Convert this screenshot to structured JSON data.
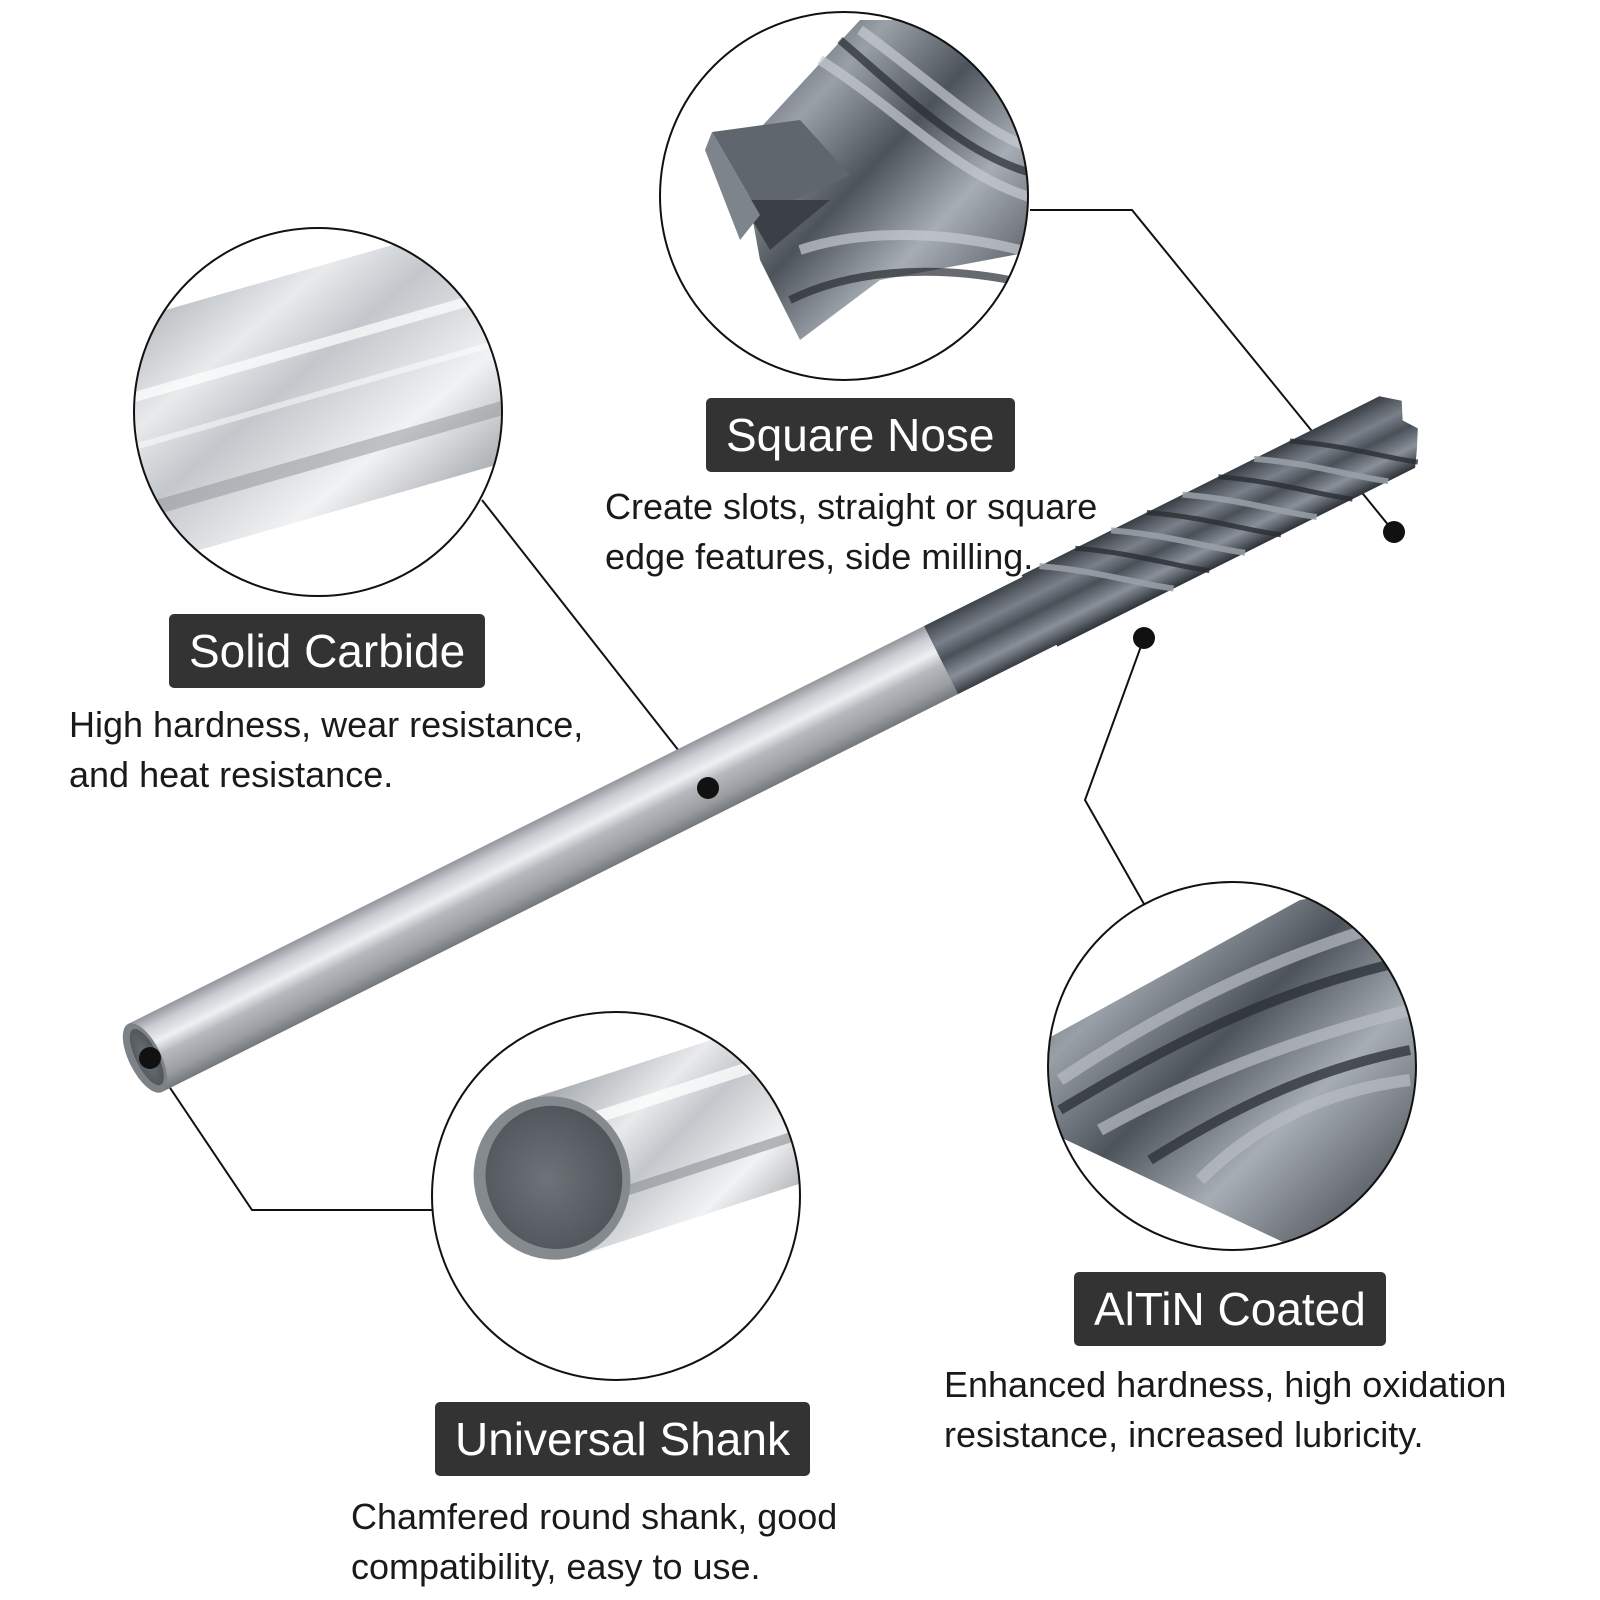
{
  "features": {
    "square_nose": {
      "title": "Square Nose",
      "desc_line1": "Create slots, straight or square",
      "desc_line2": "edge features, side milling."
    },
    "solid_carbide": {
      "title": "Solid Carbide",
      "desc_line1": "High hardness, wear resistance,",
      "desc_line2": "and heat resistance."
    },
    "altin_coated": {
      "title": "AlTiN Coated",
      "desc_line1": "Enhanced hardness, high oxidation",
      "desc_line2": "resistance, increased lubricity."
    },
    "universal_shank": {
      "title": "Universal Shank",
      "desc_line1": "Chamfered round shank, good",
      "desc_line2": "compatibility, easy to use."
    }
  },
  "colors": {
    "label_bg": "#333333",
    "label_text": "#ffffff",
    "shank_metal": "#b8bcc0",
    "coating": "#4a5058"
  }
}
